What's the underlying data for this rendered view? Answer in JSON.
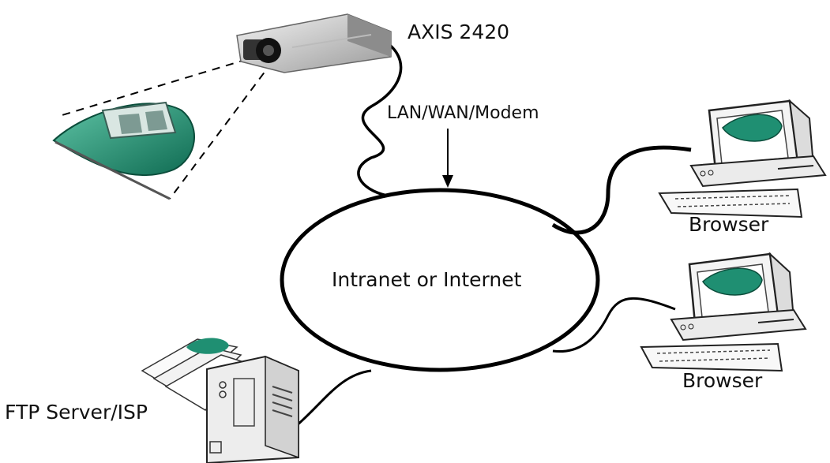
{
  "camera": {
    "label": "AXIS 2420"
  },
  "connection": {
    "label": "LAN/WAN/Modem"
  },
  "network": {
    "label": "Intranet or Internet"
  },
  "clients": [
    {
      "label": "Browser"
    },
    {
      "label": "Browser"
    }
  ],
  "server": {
    "label": "FTP Server/ISP"
  },
  "colors": {
    "train": "#1f8f72",
    "line": "#000000",
    "device": "#e9e9e9"
  }
}
